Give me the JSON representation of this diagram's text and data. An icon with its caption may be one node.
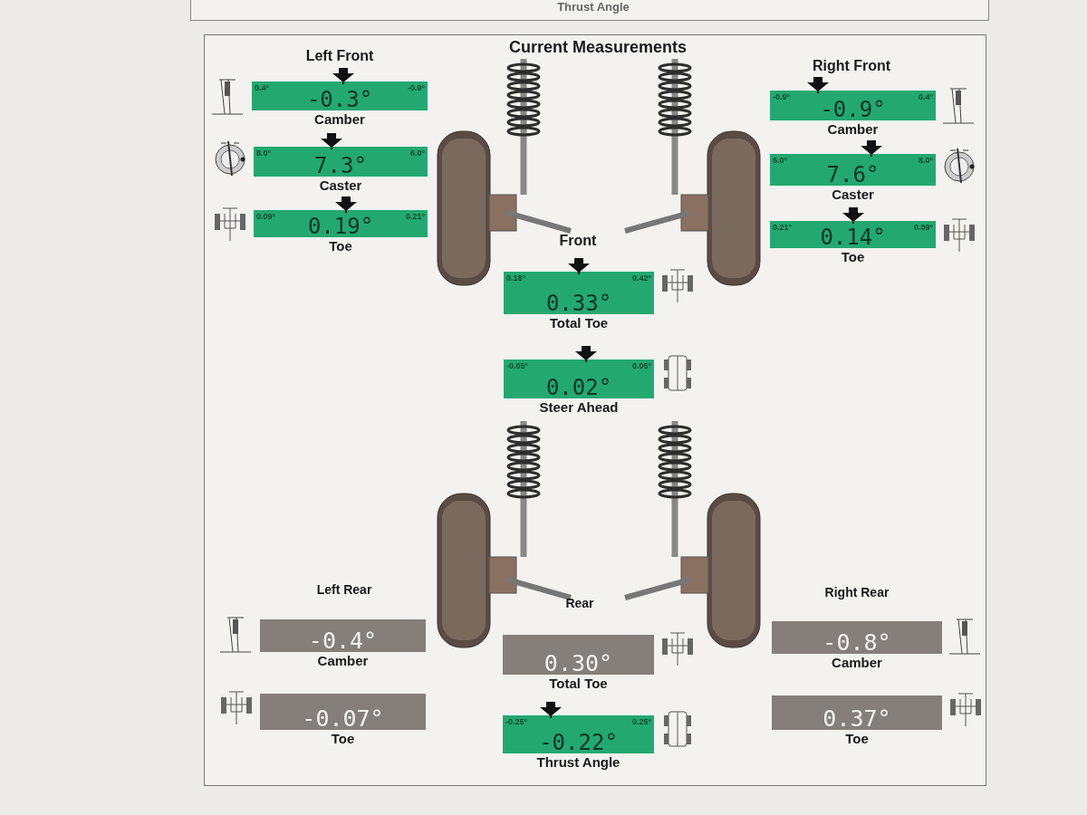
{
  "diagram": {
    "title": "Current Measurements",
    "nodes": [
      {
        "text": [
          "0.4°",
          "-0.3°",
          "-0.9°"
        ],
        "beside": [
          "Camber"
        ]
      },
      {
        "text": [
          "8.0°",
          "7.3°",
          "6.0°"
        ],
        "beside": [
          "Caster"
        ]
      },
      {
        "text": [
          "0.09°",
          "0.19°",
          "0.21°"
        ],
        "beside": [
          "Toe"
        ]
      },
      {
        "text": [
          "-0.9°",
          "-0.9°",
          "0.4°"
        ],
        "beside": [
          "Camber"
        ]
      },
      {
        "text": [
          "6.0°",
          "7.6°",
          "8.0°"
        ],
        "beside": [
          "Caster"
        ]
      },
      {
        "text": [
          "0.21°",
          "0.14°",
          "0.09°"
        ],
        "beside": [
          "Toe"
        ]
      },
      {
        "text": [
          "0.18°",
          "0.33°",
          "0.42°"
        ],
        "beside": [
          "Total Toe"
        ]
      },
      {
        "text": [
          "-0.05°",
          "0.02°",
          "0.05°"
        ],
        "beside": [
          "Steer Ahead"
        ]
      },
      {
        "text": [
          "-0.4°"
        ],
        "beside": [
          "Camber"
        ]
      },
      {
        "text": [
          "-0.07°"
        ],
        "beside": [
          "Toe"
        ]
      },
      {
        "text": [
          "0.30°"
        ],
        "beside": [
          "Total Toe"
        ]
      },
      {
        "text": [
          "-0.25°",
          "-0.22°",
          "0.25°"
        ],
        "beside": [
          "Thrust Angle"
        ]
      },
      {
        "text": [
          "-0.8°"
        ],
        "beside": [
          "Camber"
        ]
      },
      {
        "text": [
          "0.37°"
        ],
        "beside": [
          "Toe"
        ]
      }
    ],
    "labels": [
      "Thrust Angle",
      "Left Front",
      "Right Front",
      "Front",
      "Left Rear",
      "Rear",
      "Right Rear"
    ]
  }
}
